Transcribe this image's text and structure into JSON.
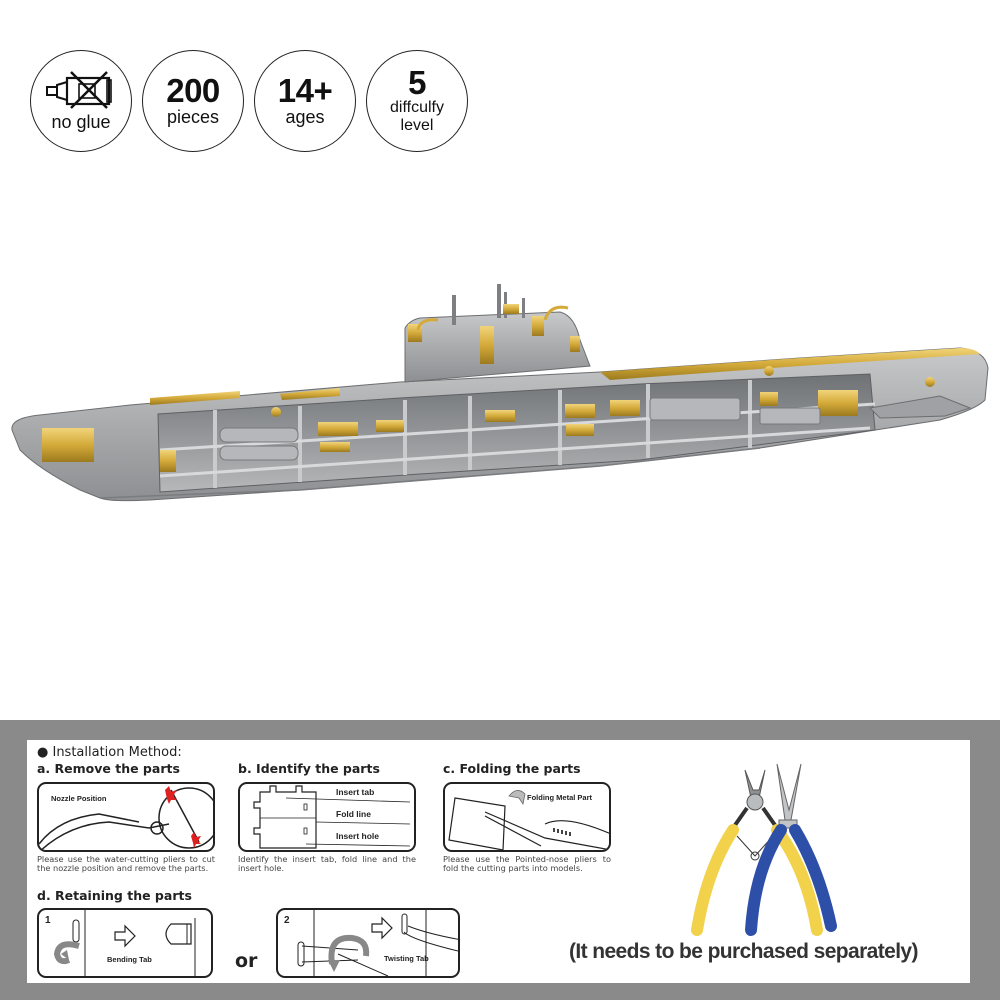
{
  "badges": [
    {
      "icon": "no-glue-icon",
      "line1": "",
      "line2": "no glue"
    },
    {
      "line1": "200",
      "line2": "pieces"
    },
    {
      "line1": "14+",
      "line2": "ages"
    },
    {
      "line1": "5",
      "line2": "diffculfy",
      "line3": "level"
    }
  ],
  "product": {
    "image_alt": "Metal 3D puzzle submarine cutaway model (silver and gold)",
    "colors": {
      "silver": "#a9abad",
      "gold": "#d4aa3a"
    }
  },
  "instructions": {
    "heading": "Installation Method:",
    "steps": {
      "a": {
        "title": "a. Remove the parts",
        "diagram_label": "Nozzle Position",
        "description": "Please use the water-cutting pliers to cut the nozzle position and remove the parts."
      },
      "b": {
        "title": "b. Identify the parts",
        "labels": [
          "Insert tab",
          "Fold line",
          "Insert hole"
        ],
        "description": "Identify the insert tab, fold line and the insert hole."
      },
      "c": {
        "title": "c. Folding the parts",
        "diagram_label": "Folding Metal Part",
        "description": "Please use the Pointed-nose pliers to fold the cutting parts into models."
      },
      "d": {
        "title": "d. Retaining the parts",
        "option1": {
          "number": "1",
          "label": "Bending Tab"
        },
        "separator": "or",
        "option2": {
          "number": "2",
          "label": "Twisting Tab"
        }
      }
    },
    "tools": {
      "items": [
        "Diagonal cutting pliers (yellow handles)",
        "Pointed-nose pliers (blue handles)"
      ],
      "handle_colors": {
        "yellow": "#f2d24a",
        "blue": "#2e4fa8"
      },
      "caption": "(It needs to be purchased separately)"
    }
  },
  "panel": {
    "background": "#8a8a8a"
  }
}
